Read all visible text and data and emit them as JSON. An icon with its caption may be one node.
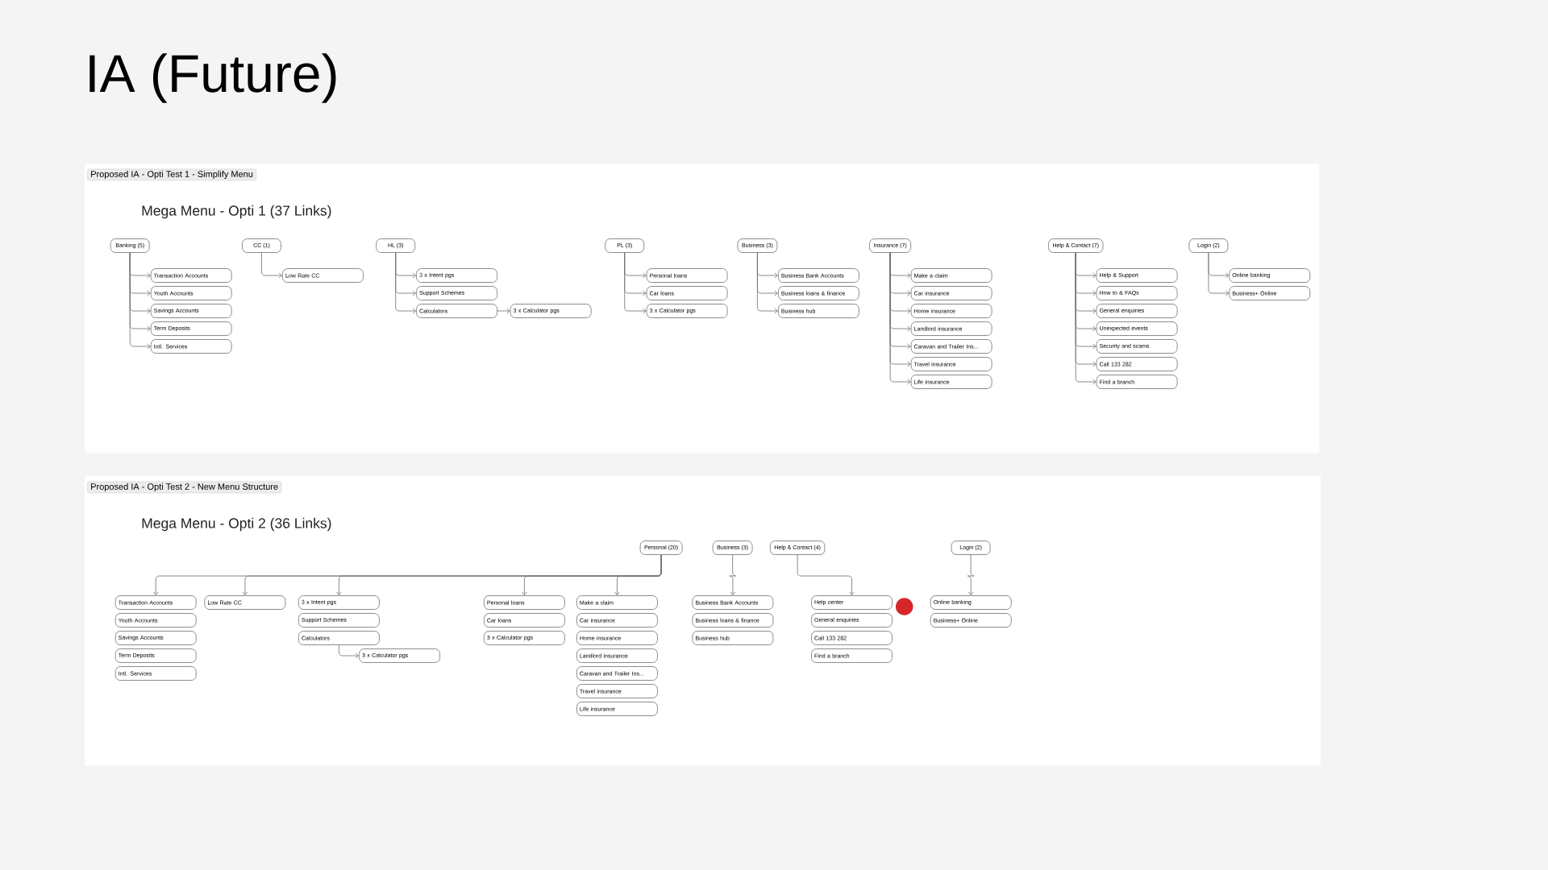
{
  "diagram": {
    "title": "IA (Future)",
    "nodes": [
      {
        "text": [
          "Proposed IA - Opti Test 1 - Simplify Menu",
          "Mega Menu - Opti 1 (37 Links)"
        ]
      },
      {
        "text": [
          "Banking (5)"
        ],
        "in": 0
      },
      {
        "text": [
          "Transaction Accounts"
        ],
        "in": 0
      },
      {
        "text": [
          "Youth Accounts"
        ],
        "in": 0
      },
      {
        "text": [
          "Savings Accounts"
        ],
        "in": 0
      },
      {
        "text": [
          "Term Deposits"
        ],
        "in": 0
      },
      {
        "text": [
          "Intl. Services"
        ],
        "in": 0
      },
      {
        "text": [
          "CC (1)"
        ],
        "in": 0
      },
      {
        "text": [
          "Low Rate CC"
        ],
        "in": 0
      },
      {
        "text": [
          "HL (3)"
        ],
        "in": 0
      },
      {
        "text": [
          "3 x Intent pgs"
        ],
        "in": 0
      },
      {
        "text": [
          "Support Schemes"
        ],
        "in": 0
      },
      {
        "text": [
          "Calculators"
        ],
        "in": 0
      },
      {
        "text": [
          "3 x Calculator pgs"
        ],
        "in": 0
      },
      {
        "text": [
          "PL (3)"
        ],
        "in": 0
      },
      {
        "text": [
          "Personal loans"
        ],
        "in": 0
      },
      {
        "text": [
          "Car loans"
        ],
        "in": 0
      },
      {
        "text": [
          "3 x Calculator pgs"
        ],
        "in": 0
      },
      {
        "text": [
          "Business (3)"
        ],
        "in": 0
      },
      {
        "text": [
          "Business Bank Accounts"
        ],
        "in": 0
      },
      {
        "text": [
          "Business loans & finance"
        ],
        "in": 0
      },
      {
        "text": [
          "Business hub"
        ],
        "in": 0
      },
      {
        "text": [
          "Insurance (7)"
        ],
        "in": 0
      },
      {
        "text": [
          "Make a claim"
        ],
        "in": 0
      },
      {
        "text": [
          "Car insurance"
        ],
        "in": 0
      },
      {
        "text": [
          "Home insurance"
        ],
        "in": 0
      },
      {
        "text": [
          "Landlord insurance"
        ],
        "in": 0
      },
      {
        "text": [
          "Caravan and Trailer Ins..."
        ],
        "in": 0
      },
      {
        "text": [
          "Travel insurance"
        ],
        "in": 0
      },
      {
        "text": [
          "Life insurance"
        ],
        "in": 0
      },
      {
        "text": [
          "Help & Contact (7)"
        ],
        "in": 0
      },
      {
        "text": [
          "Help & Support"
        ],
        "in": 0
      },
      {
        "text": [
          "How to & FAQs"
        ],
        "in": 0
      },
      {
        "text": [
          "General enquiries"
        ],
        "in": 0
      },
      {
        "text": [
          "Unexpected events"
        ],
        "in": 0
      },
      {
        "text": [
          "Security and scams"
        ],
        "in": 0
      },
      {
        "text": [
          "Call 133 282"
        ],
        "in": 0
      },
      {
        "text": [
          "Find a branch"
        ],
        "in": 0
      },
      {
        "text": [
          "Login (2)"
        ],
        "in": 0
      },
      {
        "text": [
          "Online banking"
        ],
        "in": 0
      },
      {
        "text": [
          "Business+ Online"
        ],
        "in": 0
      },
      {
        "text": [
          "Proposed IA - Opti Test 2 - New Menu Structure",
          "Mega Menu - Opti 2 (36 Links)"
        ]
      },
      {
        "text": [
          "Personal (20)"
        ],
        "in": 41
      },
      {
        "text": [
          "Business (3)"
        ],
        "in": 41
      },
      {
        "text": [
          "Help & Contact (4)"
        ],
        "in": 41
      },
      {
        "text": [
          "Login (2)"
        ],
        "in": 41
      },
      {
        "text": [
          "Transaction Accounts"
        ],
        "in": 41
      },
      {
        "text": [
          "Youth Accounts"
        ],
        "in": 41
      },
      {
        "text": [
          "Savings Accounts"
        ],
        "in": 41
      },
      {
        "text": [
          "Term Deposits"
        ],
        "in": 41
      },
      {
        "text": [
          "Intl. Services"
        ],
        "in": 41
      },
      {
        "text": [
          "Low Rate CC"
        ],
        "in": 41
      },
      {
        "text": [
          "3 x Intent pgs"
        ],
        "in": 41
      },
      {
        "text": [
          "Support Schemes"
        ],
        "in": 41
      },
      {
        "text": [
          "Calculators"
        ],
        "in": 41
      },
      {
        "text": [
          "3 x Calculator pgs"
        ],
        "in": 41
      },
      {
        "text": [
          "Personal loans"
        ],
        "in": 41
      },
      {
        "text": [
          "Car loans"
        ],
        "in": 41
      },
      {
        "text": [
          "3 x Calculator pgs"
        ],
        "in": 41
      },
      {
        "text": [
          "Make a claim"
        ],
        "in": 41
      },
      {
        "text": [
          "Car insurance"
        ],
        "in": 41
      },
      {
        "text": [
          "Home insurance"
        ],
        "in": 41
      },
      {
        "text": [
          "Landlord insurance"
        ],
        "in": 41
      },
      {
        "text": [
          "Caravan and Trailer Ins..."
        ],
        "in": 41
      },
      {
        "text": [
          "Travel insurance"
        ],
        "in": 41
      },
      {
        "text": [
          "Life insurance"
        ],
        "in": 41
      },
      {
        "text": [
          "Business Bank Accounts"
        ],
        "in": 41
      },
      {
        "text": [
          "Business loans & finance"
        ],
        "in": 41
      },
      {
        "text": [
          "Business hub"
        ],
        "in": 41
      },
      {
        "text": [
          "Help center"
        ],
        "in": 41
      },
      {
        "text": [
          "General enquiries"
        ],
        "in": 41
      },
      {
        "text": [
          "Call 133 282"
        ],
        "in": 41
      },
      {
        "text": [
          "Find a branch"
        ],
        "in": 41
      },
      {
        "text": [
          "Online banking"
        ],
        "in": 41
      },
      {
        "text": [
          "Business+ Online"
        ],
        "in": 41
      }
    ],
    "edges": [
      {
        "from": 1,
        "to": 2,
        "arrow": "to"
      },
      {
        "from": 1,
        "to": 3,
        "arrow": "to"
      },
      {
        "from": 1,
        "to": 4,
        "arrow": "to"
      },
      {
        "from": 1,
        "to": 5,
        "arrow": "to"
      },
      {
        "from": 1,
        "to": 6,
        "arrow": "to"
      },
      {
        "from": 7,
        "to": 8,
        "arrow": "to"
      },
      {
        "from": 9,
        "to": 10,
        "arrow": "to"
      },
      {
        "from": 9,
        "to": 11,
        "arrow": "to"
      },
      {
        "from": 9,
        "to": 12,
        "arrow": "to"
      },
      {
        "from": 12,
        "to": 13,
        "arrow": "to"
      },
      {
        "from": 14,
        "to": 15,
        "arrow": "to"
      },
      {
        "from": 14,
        "to": 16,
        "arrow": "to"
      },
      {
        "from": 14,
        "to": 17,
        "arrow": "to"
      },
      {
        "from": 18,
        "to": 19,
        "arrow": "to"
      },
      {
        "from": 18,
        "to": 20,
        "arrow": "to"
      },
      {
        "from": 18,
        "to": 21,
        "arrow": "to"
      },
      {
        "from": 22,
        "to": 23,
        "arrow": "to"
      },
      {
        "from": 22,
        "to": 24,
        "arrow": "to"
      },
      {
        "from": 22,
        "to": 25,
        "arrow": "to"
      },
      {
        "from": 22,
        "to": 26,
        "arrow": "to"
      },
      {
        "from": 22,
        "to": 27,
        "arrow": "to"
      },
      {
        "from": 22,
        "to": 28,
        "arrow": "to"
      },
      {
        "from": 22,
        "to": 29,
        "arrow": "to"
      },
      {
        "from": 30,
        "to": 31,
        "arrow": "to"
      },
      {
        "from": 30,
        "to": 32,
        "arrow": "to"
      },
      {
        "from": 30,
        "to": 33,
        "arrow": "to"
      },
      {
        "from": 30,
        "to": 34,
        "arrow": "to"
      },
      {
        "from": 30,
        "to": 35,
        "arrow": "to"
      },
      {
        "from": 30,
        "to": 36,
        "arrow": "to"
      },
      {
        "from": 30,
        "to": 37,
        "arrow": "to"
      },
      {
        "from": 38,
        "to": 39,
        "arrow": "to"
      },
      {
        "from": 38,
        "to": 40,
        "arrow": "to"
      },
      {
        "from": 42,
        "to": 46,
        "arrow": "to"
      },
      {
        "from": 42,
        "to": 51,
        "arrow": "to"
      },
      {
        "from": 42,
        "to": 52,
        "arrow": "to"
      },
      {
        "from": 42,
        "to": 56,
        "arrow": "to"
      },
      {
        "from": 42,
        "to": 59,
        "arrow": "to"
      },
      {
        "from": 54,
        "to": 55,
        "arrow": "to"
      },
      {
        "from": 43,
        "to": 66,
        "arrow": "to"
      },
      {
        "from": 44,
        "to": 69,
        "arrow": "to"
      },
      {
        "from": 45,
        "to": 73,
        "arrow": "to"
      }
    ]
  }
}
